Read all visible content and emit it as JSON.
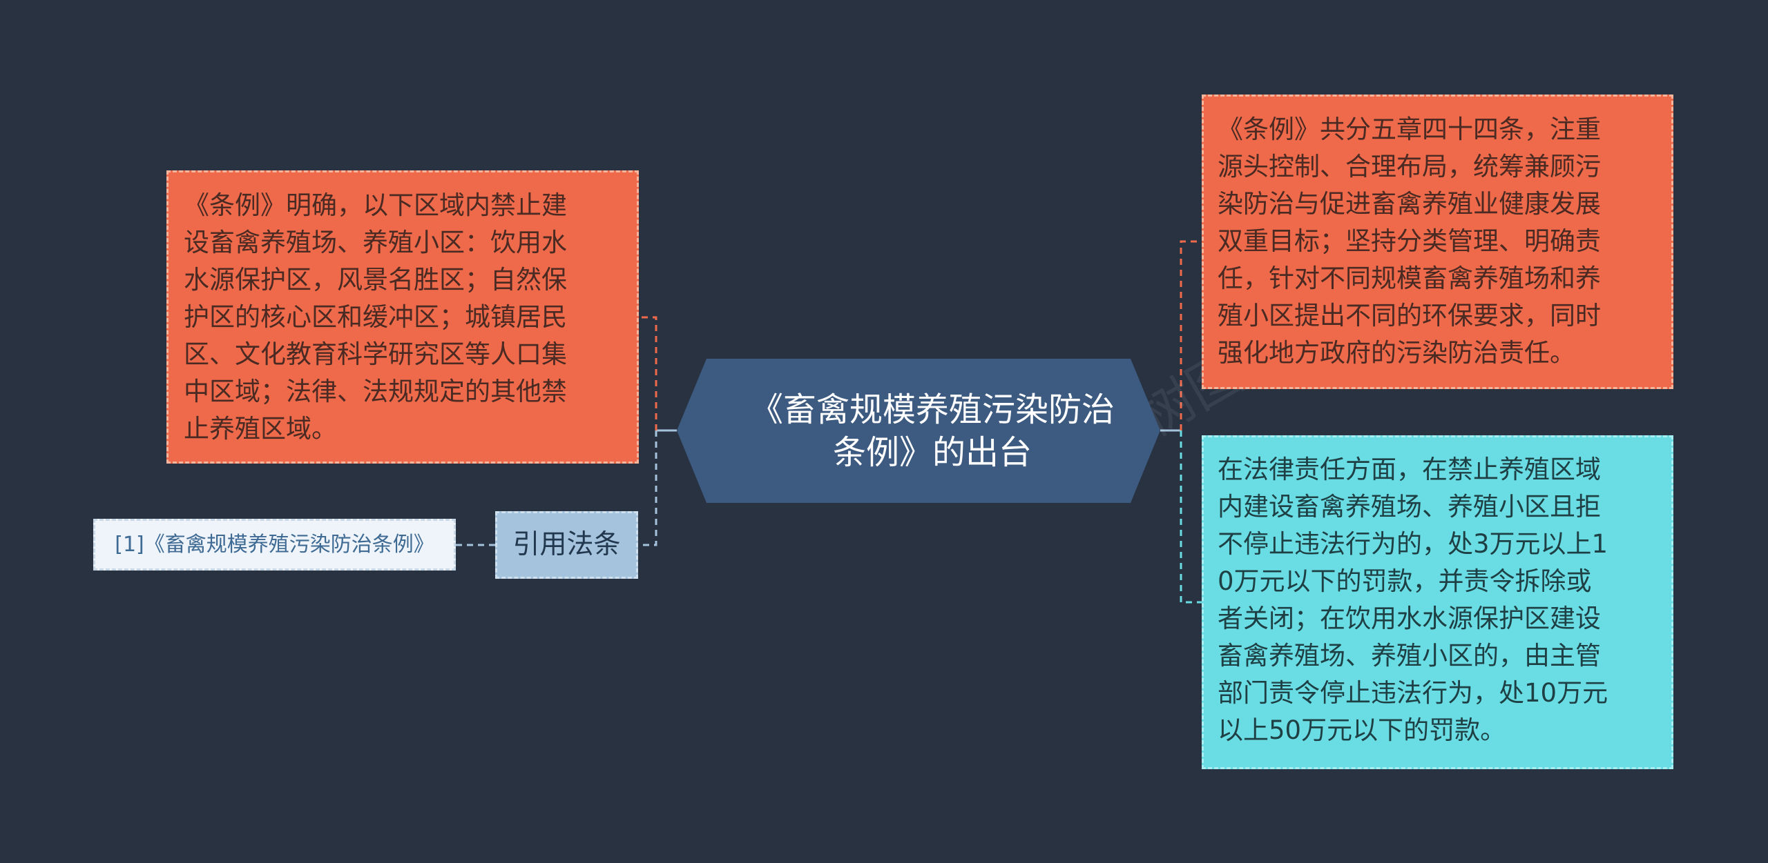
{
  "center": {
    "title": "《畜禽规模养殖污染防治\n条例》的出台"
  },
  "left": {
    "top_text": "《条例》明确，以下区域内禁止建\n设畜禽养殖场、养殖小区：饮用水\n水源保护区，风景名胜区；自然保\n护区的核心区和缓冲区；城镇居民\n区、文化教育科学研究区等人口集\n中区域；法律、法规规定的其他禁\n止养殖区域。",
    "citation_label": "引用法条",
    "citation_item": "[1]《畜禽规模养殖污染防治条例》"
  },
  "right": {
    "top_text": "《条例》共分五章四十四条，注重\n源头控制、合理布局，统筹兼顾污\n染防治与促进畜禽养殖业健康发展\n双重目标；坚持分类管理、明确责\n任，针对不同规模畜禽养殖场和养\n殖小区提出不同的环保要求，同时\n强化地方政府的污染防治责任。",
    "bottom_text": "在法律责任方面，在禁止养殖区域\n内建设畜禽养殖场、养殖小区且拒\n不停止违法行为的，处3万元以上1\n0万元以下的罚款，并责令拆除或\n者关闭；在饮用水水源保护区建设\n畜禽养殖场、养殖小区的，由主管\n部门责令停止违法行为，处10万元\n以上50万元以下的罚款。"
  },
  "colors": {
    "background": "#283241",
    "center_fill": "#3d5a80",
    "orange_node": "#ef6a4b",
    "cyan_node": "#69dde3",
    "citation_label": "#a6c3dd",
    "citation_item": "#eef4f9",
    "connector_orange": "#ef6a4b",
    "connector_cyan": "#69dde3",
    "connector_blue": "#a6c3dd"
  }
}
